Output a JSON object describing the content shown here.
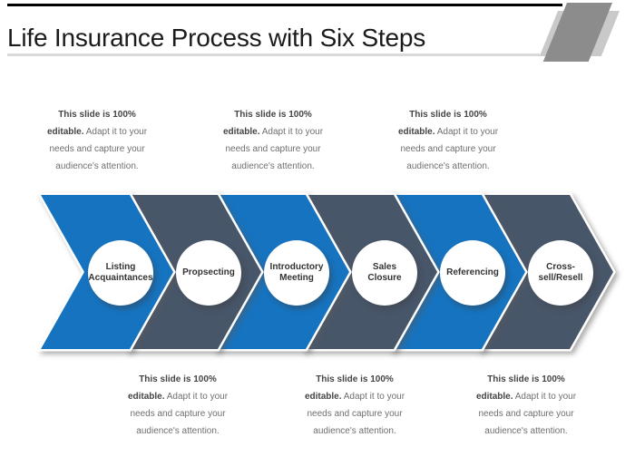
{
  "slide": {
    "title": "Life Insurance Process with Six Steps",
    "caption": {
      "lines": [
        [
          {
            "t": "This slide is 100%",
            "b": true
          }
        ],
        [
          {
            "t": "editable.",
            "b": true
          },
          {
            "t": " Adapt it to your",
            "b": false
          }
        ],
        [
          {
            "t": "needs and capture your",
            "b": false
          }
        ],
        [
          {
            "t": "audience's attention.",
            "b": false
          }
        ]
      ]
    },
    "steps": [
      {
        "lines": [
          "Listing",
          "Acquaintances"
        ],
        "color": "blue"
      },
      {
        "lines": [
          "Propsecting"
        ],
        "color": "slate"
      },
      {
        "lines": [
          "Introductory",
          "Meeting"
        ],
        "color": "blue"
      },
      {
        "lines": [
          "Sales",
          "Closure"
        ],
        "color": "slate"
      },
      {
        "lines": [
          "Referencing"
        ],
        "color": "blue"
      },
      {
        "lines": [
          "Cross-",
          "sell/Resell"
        ],
        "color": "slate"
      }
    ],
    "colors": {
      "blue": "#1673BF",
      "slate": "#48566A",
      "circle_fill": "#FFFFFF",
      "title_text": "#1B1B1B",
      "caption_bold": "#454547",
      "caption_regular": "#6E6F71",
      "step_label": "#333333",
      "top_rule": "#000000",
      "title_underline": "#D9D9D9",
      "deco_dark": "#8C8C8C",
      "deco_light": "#C9C9C9"
    }
  }
}
